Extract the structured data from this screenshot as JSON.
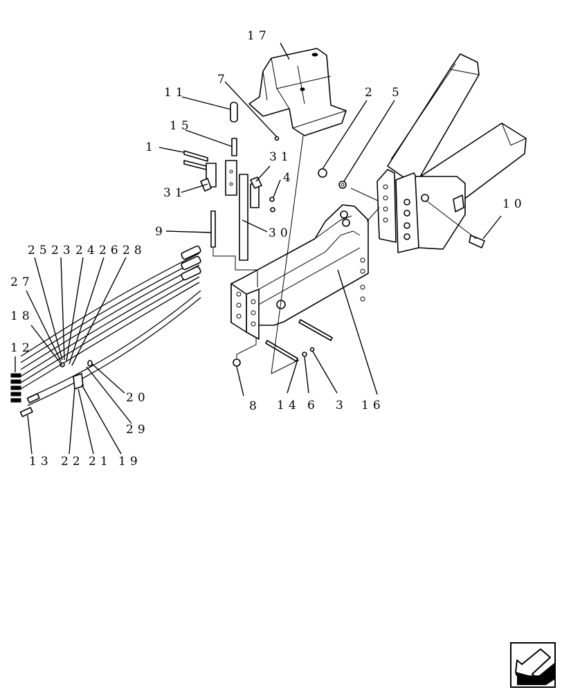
{
  "diagram": {
    "labels": {
      "l17": "17",
      "l7": "7",
      "l2": "2",
      "l5": "5",
      "l11": "11",
      "l15": "15",
      "l1": "1",
      "l31a": "31",
      "l31b": "31",
      "l4": "4",
      "l9": "9",
      "l30": "30",
      "l10": "10",
      "l25": "25",
      "l23": "23",
      "l24": "24",
      "l26": "26",
      "l28": "28",
      "l27": "27",
      "l18": "18",
      "l12": "12",
      "l20": "20",
      "l29": "29",
      "l13": "13",
      "l22": "22",
      "l21": "21",
      "l19": "19",
      "l8": "8",
      "l14": "14",
      "l6": "6",
      "l3": "3",
      "l16": "16"
    }
  },
  "navigation": {
    "icon": "back-arrow-icon"
  }
}
